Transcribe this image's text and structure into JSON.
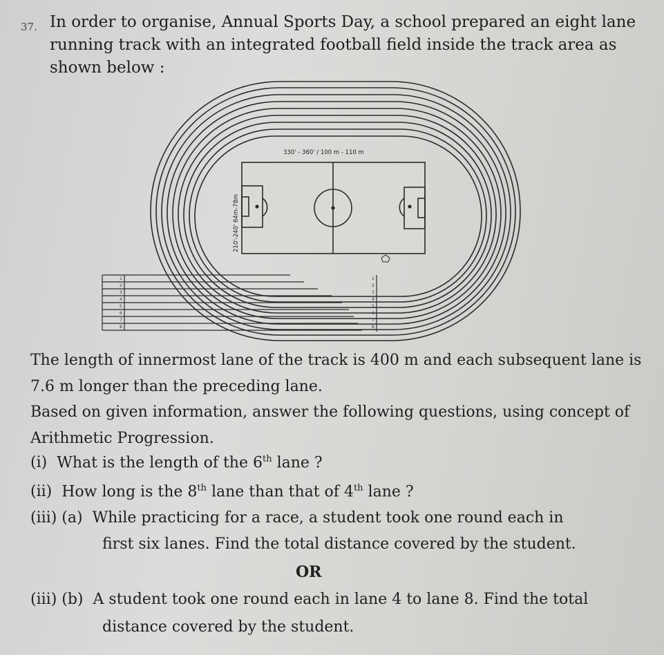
{
  "question_number": "37.",
  "intro": "In order to organise, Annual Sports Day, a school prepared an eight lane running track with an integrated football field inside the track area as shown below :",
  "figure": {
    "field_top_label": "330' - 360' / 100 m - 110 m",
    "field_side_label": "210'-240' 64m-78m",
    "lane_numbers": [
      "1",
      "2",
      "3",
      "4",
      "5",
      "6",
      "7",
      "8"
    ]
  },
  "paragraph1": "The length of innermost lane of the track is 400 m and each subsequent lane is 7.6 m longer than the preceding lane.",
  "paragraph2": "Based on given information, answer the following questions, using concept of Arithmetic Progression.",
  "questions": {
    "q1": {
      "label": "(i)",
      "text_a": "What is the length of the 6",
      "sup": "th",
      "text_b": " lane ?"
    },
    "q2": {
      "label": "(ii)",
      "text_a": "How long is the 8",
      "sup1": "th",
      "text_b": " lane than that of 4",
      "sup2": "th",
      "text_c": " lane ?"
    },
    "q3a": {
      "label": "(iii) (a)",
      "line1": "While practicing for a race, a student took one round each in",
      "line2": "first six lanes. Find the total distance covered by the student."
    },
    "or": "OR",
    "q3b": {
      "label": "(iii) (b)",
      "line1": "A student took one round each in lane 4 to lane 8. Find the total",
      "line2": "distance covered by the student."
    }
  }
}
